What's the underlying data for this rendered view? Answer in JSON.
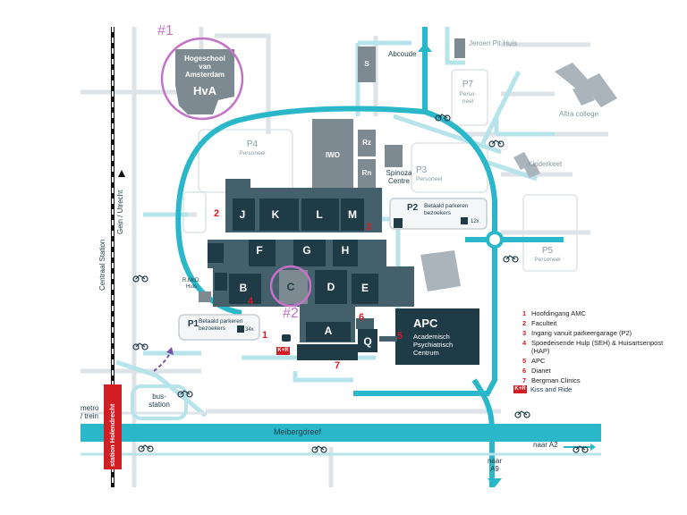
{
  "annotations": {
    "marker1": "#1",
    "marker2": "#2"
  },
  "hva": {
    "line1": "Hogeschool",
    "line2": "van",
    "line3": "Amsterdam",
    "abbr": "HvA"
  },
  "buildings": {
    "J": "J",
    "K": "K",
    "L": "L",
    "M": "M",
    "F": "F",
    "G": "G",
    "H": "H",
    "B": "B",
    "C": "C",
    "D": "D",
    "E": "E",
    "A": "A",
    "Q": "Q",
    "S": "S",
    "Rz": "Rz",
    "Rn": "Rn",
    "IWO": "IWO",
    "spinoza_line1": "Spinoza",
    "spinoza_line2": "Centre",
    "rmcd_line1": "R.McD.",
    "rmcd_line2": "Huis",
    "apc_abbr": "APC",
    "apc_line1": "Academisch",
    "apc_line2": "Psychiatrisch",
    "apc_line3": "Centrum",
    "jeroen_pit": "Jeroen Pit Huis",
    "altra": "Altra college",
    "kinderkeet": "Kinderkeet"
  },
  "parking": {
    "p1": {
      "code": "P1",
      "line1": "Betaald parkeren",
      "line2": "bezoekers",
      "access": "34x"
    },
    "p2": {
      "code": "P2",
      "line1": "Betaald parkeren",
      "line2": "bezoekers",
      "access": "12x"
    },
    "p3": {
      "code": "P3",
      "sub": "Personeel"
    },
    "p4": {
      "code": "P4",
      "sub": "Personeel"
    },
    "p5": {
      "code": "P5",
      "sub": "Personeel"
    },
    "p7": {
      "code": "P7",
      "sub1": "Perso-",
      "sub2": "neel"
    }
  },
  "roads": {
    "gein": "Gein / Utrecht",
    "centraal": "Centraal Station",
    "abcoude": "Abcoude",
    "meibergdreef": "Meibergdreef",
    "metro1": "metro",
    "metro2": "/ trein",
    "station": "station Holendrecht",
    "naar_a2": "naar A2",
    "naar_a9_1": "naar",
    "naar_a9_2": "A9",
    "bus1": "bus-",
    "bus2": "station"
  },
  "entrances": {
    "e1": "1",
    "e2": "2",
    "e3": "3",
    "e4": "4",
    "e5": "5",
    "e6": "6",
    "e7": "7",
    "kr": "K+R"
  },
  "legend": {
    "items": [
      {
        "num": "1",
        "text": "Hoofdingang AMC"
      },
      {
        "num": "2",
        "text": "Faculteit"
      },
      {
        "num": "3",
        "text": "Ingang vanuit parkeergarage (P2)"
      },
      {
        "num": "4",
        "text": "Spoedeisende Hulp (SEH) & Huisartsenpost (HAP)"
      },
      {
        "num": "5",
        "text": "APC"
      },
      {
        "num": "6",
        "text": "Dianet"
      },
      {
        "num": "7",
        "text": "Bergman Clinics"
      }
    ],
    "kr_badge": "K+R",
    "kr_text": "Kiss and Ride"
  },
  "colors": {
    "road": "#29b7c9",
    "road_light": "#b7e3ea",
    "building": "#1e3b46",
    "building_mid": "#44606a",
    "gray_bldg": "#7d8a92",
    "light_gray": "#dde3e7",
    "entrance": "#d11d24",
    "annotation": "#c472c8"
  }
}
